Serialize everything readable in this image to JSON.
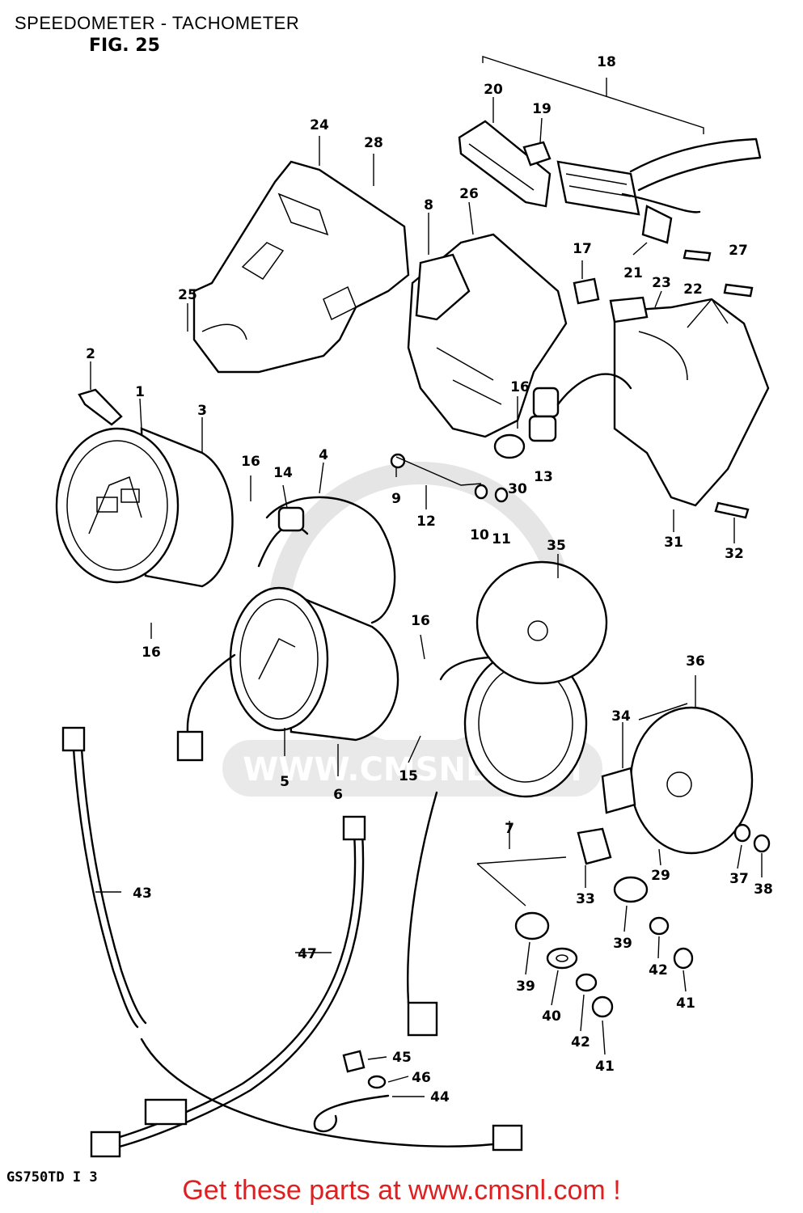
{
  "header": {
    "title": "SPEEDOMETER - TACHOMETER",
    "figure": "FIG. 25"
  },
  "footer": {
    "model_code": "GS750TD I 3",
    "promo": "Get these parts at www.cmsnl.com !"
  },
  "watermark": {
    "text": "WWW.CMSNL.COM",
    "color": "#d0d0d0"
  },
  "colors": {
    "line": "#000000",
    "promo": "#e02020",
    "background": "#ffffff"
  },
  "callouts": {
    "c1": "1",
    "c2": "2",
    "c3": "3",
    "c4": "4",
    "c5": "5",
    "c6": "6",
    "c7": "7",
    "c8": "8",
    "c9": "9",
    "c10": "10",
    "c11": "11",
    "c12": "12",
    "c13": "13",
    "c14": "14",
    "c15": "15",
    "c16a": "16",
    "c16b": "16",
    "c16c": "16",
    "c16d": "16",
    "c17": "17",
    "c18": "18",
    "c19": "19",
    "c20": "20",
    "c21": "21",
    "c22": "22",
    "c23": "23",
    "c24": "24",
    "c25": "25",
    "c26": "26",
    "c27": "27",
    "c28": "28",
    "c29": "29",
    "c30": "30",
    "c31": "31",
    "c32": "32",
    "c33": "33",
    "c34": "34",
    "c35": "35",
    "c36": "36",
    "c37": "37",
    "c38": "38",
    "c39a": "39",
    "c39b": "39",
    "c40": "40",
    "c41a": "41",
    "c41b": "41",
    "c42a": "42",
    "c42b": "42",
    "c43": "43",
    "c44": "44",
    "c45": "45",
    "c46": "46",
    "c47": "47"
  }
}
